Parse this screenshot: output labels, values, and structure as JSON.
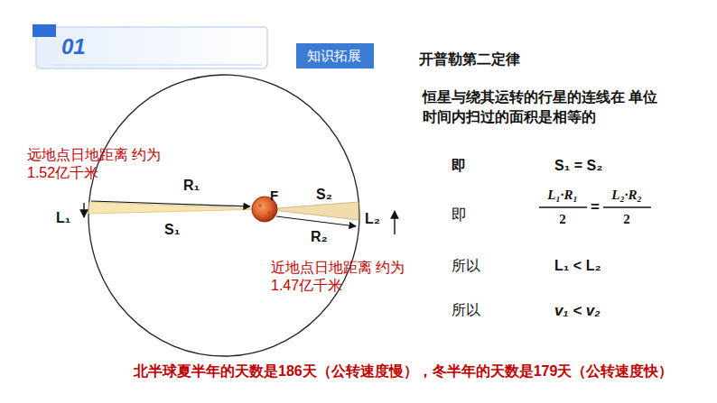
{
  "diagram": {
    "nodes": [
      {
        "text": [
          "01"
        ]
      },
      {
        "text": [
          "知识拓展"
        ]
      }
    ],
    "labels": [
      "开普勒第二定律",
      "恒星与绕其运转的行星的连线在 单位时间内扫过的面积是相等的",
      "远地点日地距离 约为1.52亿千米",
      "R₁",
      "F",
      "S₂",
      "L₁",
      "S₁",
      "L₂",
      "R₂",
      "近地点日地距离 约为1.47亿千米",
      "即",
      "S₁ = S₂",
      "即",
      "L₁·R₁",
      "2",
      "=",
      "L₂·R₂",
      "2",
      "所以",
      "L₁ < L₂",
      "所以",
      "v₁ < v₂",
      "北半球夏半年的天数是186天（公转速度慢），冬半年的天数是179天（公转速度快）"
    ]
  }
}
